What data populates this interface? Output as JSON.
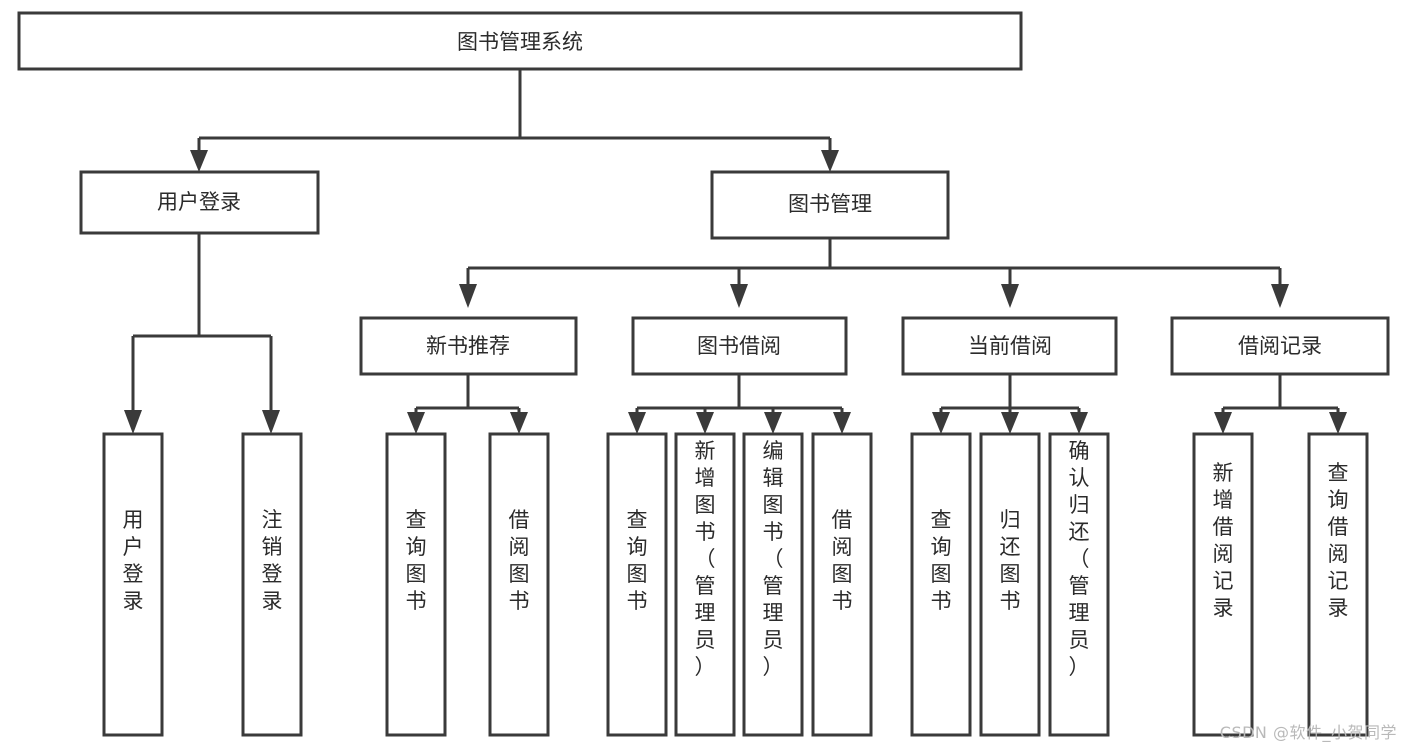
{
  "diagram": {
    "title": "图书管理系统",
    "type": "功能结构图",
    "root": {
      "id": "root",
      "label": "图书管理系统"
    },
    "level2": [
      {
        "id": "user-login",
        "label": "用户登录"
      },
      {
        "id": "book-management",
        "label": "图书管理"
      }
    ],
    "level3": [
      {
        "id": "new-book-recommend",
        "label": "新书推荐",
        "parent": "book-management"
      },
      {
        "id": "book-borrow",
        "label": "图书借阅",
        "parent": "book-management"
      },
      {
        "id": "current-borrow",
        "label": "当前借阅",
        "parent": "book-management"
      },
      {
        "id": "borrow-record",
        "label": "借阅记录",
        "parent": "book-management"
      }
    ],
    "leaves": {
      "user-login": [
        {
          "id": "leaf-user-login",
          "label": "用户登录"
        },
        {
          "id": "leaf-user-logout",
          "label": "注销登录"
        }
      ],
      "new-book-recommend": [
        {
          "id": "leaf-query-book-1",
          "label": "查询图书"
        },
        {
          "id": "leaf-borrow-book-1",
          "label": "借阅图书"
        }
      ],
      "book-borrow": [
        {
          "id": "leaf-query-book-2",
          "label": "查询图书"
        },
        {
          "id": "leaf-add-book",
          "label": "新增图书（管理员）"
        },
        {
          "id": "leaf-edit-book",
          "label": "编辑图书（管理员）"
        },
        {
          "id": "leaf-borrow-book-2",
          "label": "借阅图书"
        }
      ],
      "current-borrow": [
        {
          "id": "leaf-query-book-3",
          "label": "查询图书"
        },
        {
          "id": "leaf-return-book",
          "label": "归还图书"
        },
        {
          "id": "leaf-confirm-return",
          "label": "确认归还（管理员）"
        }
      ],
      "borrow-record": [
        {
          "id": "leaf-add-record",
          "label": "新增借阅记录"
        },
        {
          "id": "leaf-query-record",
          "label": "查询借阅记录"
        }
      ]
    },
    "colors": {
      "stroke": "#3a3a3a",
      "fill": "#ffffff",
      "text": "#2b2b2b",
      "watermark": "#b9b9b9"
    }
  },
  "watermark": {
    "text": "CSDN @软件_小贺同学"
  }
}
